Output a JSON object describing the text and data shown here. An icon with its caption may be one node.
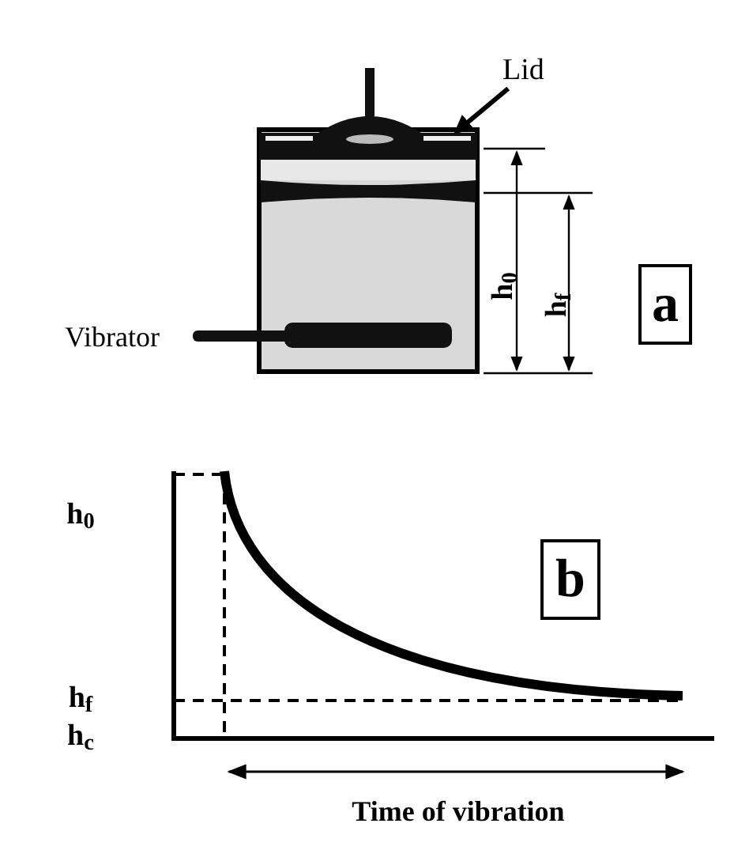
{
  "diagram": {
    "nodes": [
      {
        "text": [
          "Lid"
        ]
      },
      {
        "text": [],
        "shape": "bar"
      },
      {
        "text": [
          "a"
        ]
      },
      {
        "text": [
          "b"
        ]
      }
    ],
    "edges": [
      {
        "from": 0,
        "to": 1,
        "arrow": "to"
      }
    ],
    "labels": [
      "h$_{0}$",
      "h$_{f}$",
      "Vibrator",
      "h$_{0}$",
      "h$_{f}$",
      "h$_{c}$",
      "Time of vibration"
    ]
  }
}
